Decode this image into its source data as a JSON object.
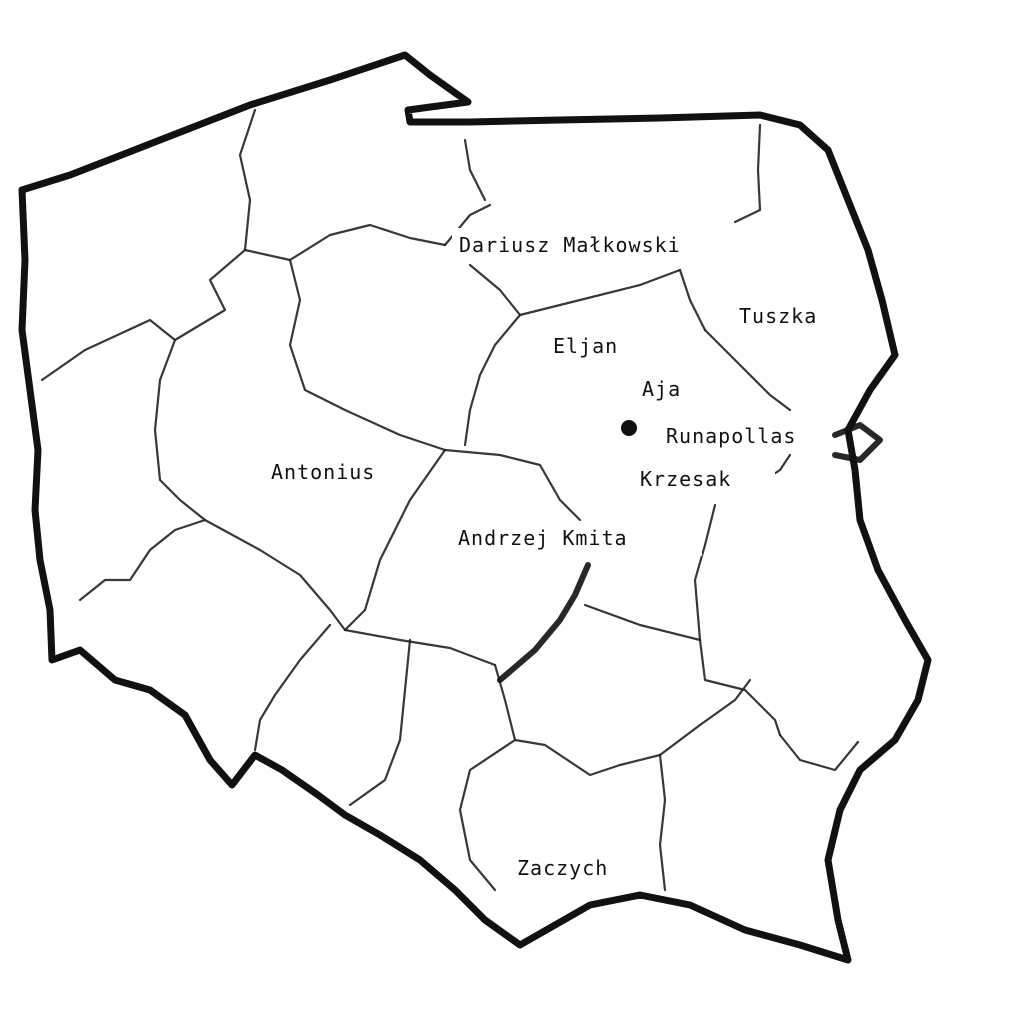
{
  "map": {
    "labels": {
      "dariusz": "Dariusz Małkowski",
      "tuszka": "Tuszka",
      "eljan": "Eljan",
      "aja": "Aja",
      "runapollas": "Runapollas",
      "krzesak": "Krzesak",
      "antonius": "Antonius",
      "andrzej": "Andrzej Kmita",
      "zaczych": "Zaczych"
    },
    "marker": {
      "label": "Runapollas"
    },
    "colors": {
      "ink": "#111111",
      "paper": "#ffffff"
    }
  }
}
